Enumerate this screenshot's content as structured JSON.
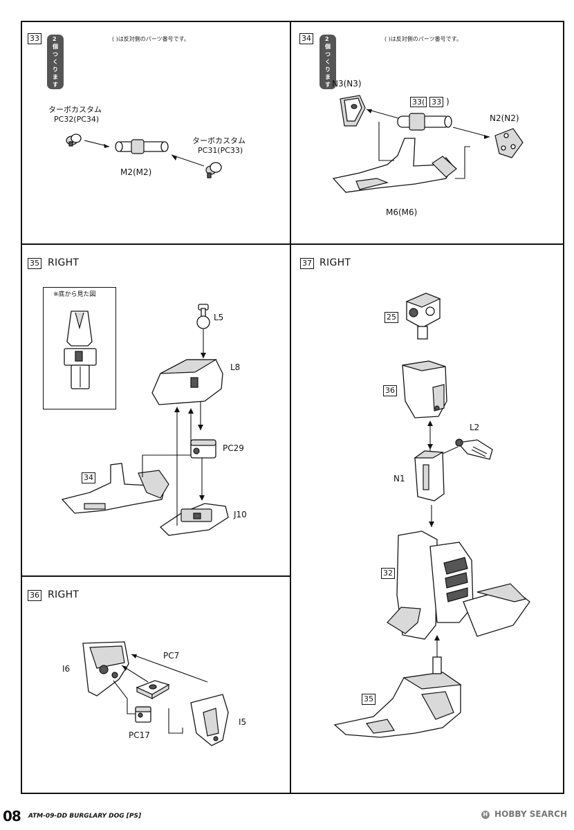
{
  "steps": {
    "s33": {
      "num": "33",
      "badge": "2個つくります",
      "note": "(    )は反対側のパーツ番号です。",
      "labels": {
        "turbo_top": "ターボカスタム",
        "pc_top": "PC32(PC34)",
        "turbo_right": "ターボカスタム",
        "pc_right": "PC31(PC33)",
        "m2": "M2(M2)"
      }
    },
    "s34": {
      "num": "34",
      "badge": "2個つくります",
      "note": "(    )は反対側のパーツ番号です。",
      "labels": {
        "n3": "N3(N3)",
        "ref_open": "33(",
        "ref_inner": "33",
        "ref_close": ")",
        "n2": "N2(N2)",
        "m6": "M6(M6)"
      }
    },
    "s35": {
      "num": "35",
      "side": "RIGHT",
      "inset_note": "※底から見た図",
      "labels": {
        "l5": "L5",
        "l8": "L8",
        "pc29": "PC29",
        "ref34": "34",
        "j10": "J10"
      }
    },
    "s36": {
      "num": "36",
      "side": "RIGHT",
      "labels": {
        "i6": "I6",
        "pc7": "PC7",
        "pc17": "PC17",
        "i5": "I5"
      }
    },
    "s37": {
      "num": "37",
      "side": "RIGHT",
      "labels": {
        "ref25": "25",
        "ref36": "36",
        "l2": "L2",
        "n1": "N1",
        "ref32": "32",
        "ref35": "35"
      }
    }
  },
  "footer": {
    "page": "08",
    "title": "ATM-09-DD BURGLARY DOG [PS]",
    "watermark": "HOBBY SEARCH"
  }
}
